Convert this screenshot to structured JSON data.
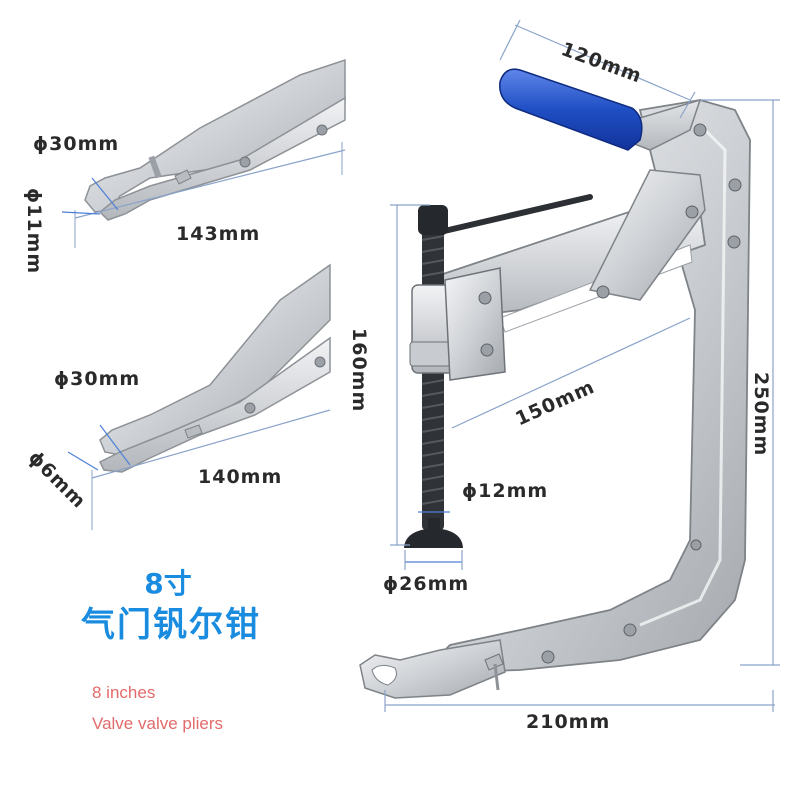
{
  "title": {
    "size_cn": "8寸",
    "name_cn": "气门钒尔钳",
    "size_en": "8 inches",
    "name_en": "Valve valve pliers"
  },
  "dimensions": {
    "handle_length": "120mm",
    "total_height": "250mm",
    "total_width": "210mm",
    "arm_length": "150mm",
    "screw_height": "160mm",
    "screw_diameter": "ϕ12mm",
    "pad_diameter": "ϕ26mm",
    "jaw1_outer": "ϕ30mm",
    "jaw1_inner": "ϕ11mm",
    "jaw1_length": "143mm",
    "jaw2_outer": "ϕ30mm",
    "jaw2_inner": "ϕ6mm",
    "jaw2_length": "140mm"
  },
  "colors": {
    "steel": "#d7d9dc",
    "steel_dark": "#8e9297",
    "grip": "#1f4fc4",
    "dim_line": "#8aa3c9",
    "title_blue": "#1a8ce0",
    "title_red": "#e26a6a"
  }
}
